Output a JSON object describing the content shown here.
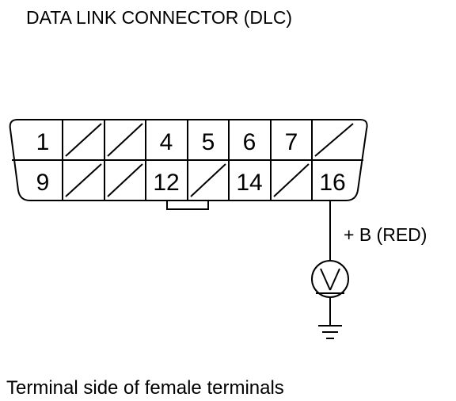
{
  "title": "DATA LINK CONNECTOR (DLC)",
  "caption": "Terminal side of female terminals",
  "probe_label": "+ B (RED)",
  "meter_icon": "voltmeter-icon",
  "ground_icon": "ground-icon",
  "connector": {
    "top_row": [
      "1",
      "",
      "",
      "4",
      "5",
      "6",
      "7",
      ""
    ],
    "bottom_row": [
      "9",
      "",
      "",
      "12",
      "",
      "14",
      "",
      "16"
    ],
    "empty_top": [
      1,
      2,
      7
    ],
    "empty_bottom": [
      1,
      2,
      4,
      6
    ]
  }
}
